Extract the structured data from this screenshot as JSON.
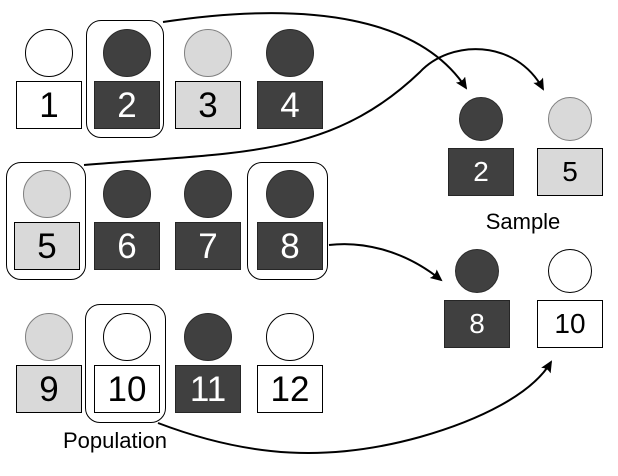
{
  "diagram": {
    "population_label": "Population",
    "sample_label": "Sample",
    "population": [
      {
        "number": "1",
        "shade": "white",
        "selected": false
      },
      {
        "number": "2",
        "shade": "dark",
        "selected": true
      },
      {
        "number": "3",
        "shade": "light",
        "selected": false
      },
      {
        "number": "4",
        "shade": "dark",
        "selected": false
      },
      {
        "number": "5",
        "shade": "light",
        "selected": true
      },
      {
        "number": "6",
        "shade": "dark",
        "selected": false
      },
      {
        "number": "7",
        "shade": "dark",
        "selected": false
      },
      {
        "number": "8",
        "shade": "dark",
        "selected": true
      },
      {
        "number": "9",
        "shade": "light",
        "selected": false
      },
      {
        "number": "10",
        "shade": "white",
        "selected": true
      },
      {
        "number": "11",
        "shade": "dark",
        "selected": false
      },
      {
        "number": "12",
        "shade": "white",
        "selected": false
      }
    ],
    "sample": [
      {
        "number": "2",
        "shade": "dark"
      },
      {
        "number": "5",
        "shade": "light"
      },
      {
        "number": "8",
        "shade": "dark"
      },
      {
        "number": "10",
        "shade": "white"
      }
    ],
    "arrows": [
      {
        "from": "population-2",
        "to": "sample-2"
      },
      {
        "from": "population-5",
        "to": "sample-5"
      },
      {
        "from": "population-8",
        "to": "sample-8"
      },
      {
        "from": "population-10",
        "to": "sample-10"
      }
    ],
    "colors": {
      "dark_fill": "#404040",
      "light_fill": "#d9d9d9",
      "white_fill": "#ffffff",
      "stroke": "#000000"
    }
  }
}
